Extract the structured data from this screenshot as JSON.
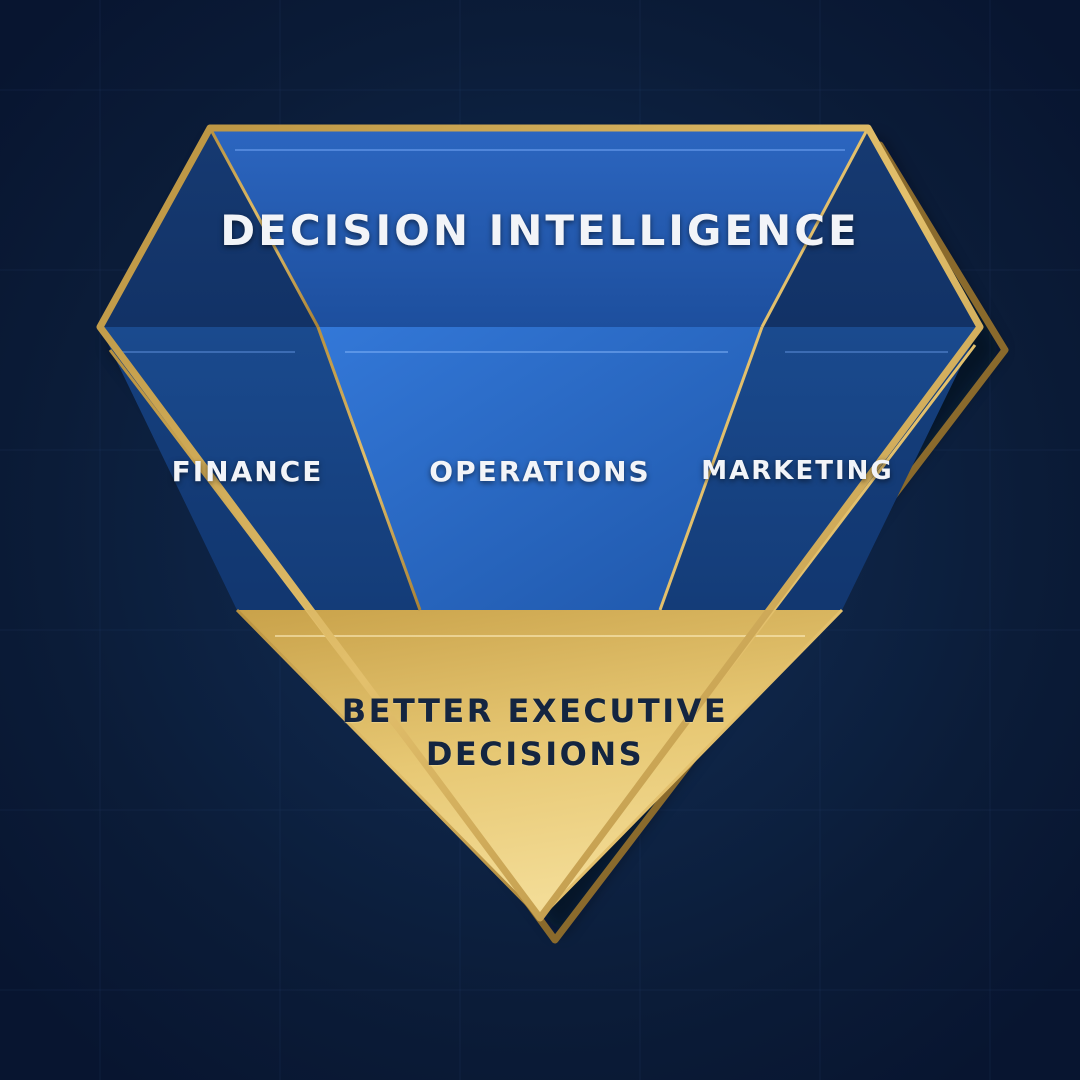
{
  "diagram": {
    "top_label": "DECISION INTELLIGENCE",
    "middle_labels": {
      "left": "FINANCE",
      "center": "OPERATIONS",
      "right": "MARKETING"
    },
    "bottom_label": {
      "line1": "BETTER EXECUTIVE",
      "line2": "DECISIONS"
    }
  },
  "colors": {
    "background": "#0b1c38",
    "blue_face": "#2a66c0",
    "dark_facet": "#143a70",
    "gold": "#d9b25c",
    "gold_light": "#f0d48a",
    "label_light": "#f2f4f8",
    "label_dark": "#142540"
  }
}
